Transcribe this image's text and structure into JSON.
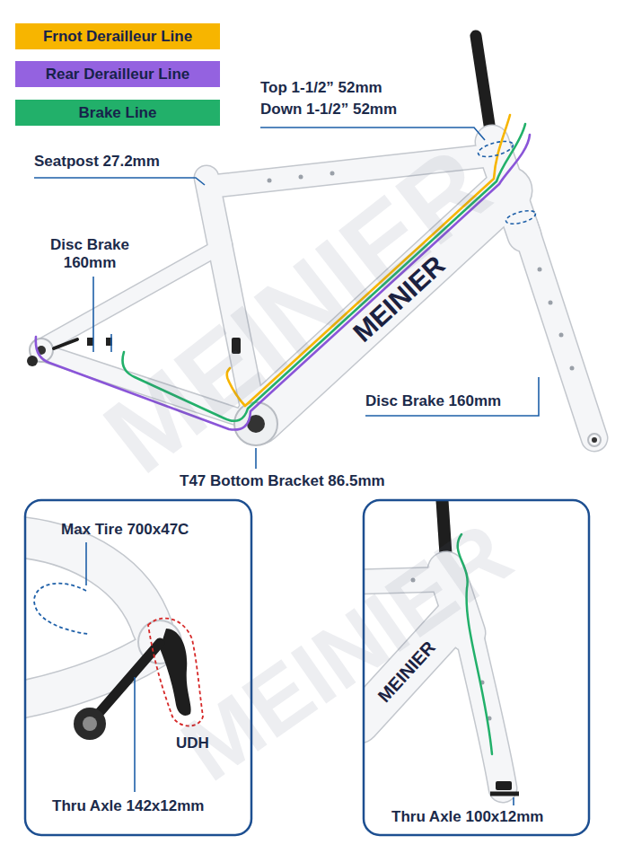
{
  "diagram": {
    "labels": [
      "MEINIER",
      "MEINIER",
      "Top 1-1/2” 52mm",
      "Down 1-1/2” 52mm",
      "Seatpost 27.2mm",
      "Disc Brake 160mm",
      "MEINIER",
      "Disc Brake 160mm",
      "T47 Bottom Bracket 86.5mm",
      "Max Tire 700x47C",
      "UDH",
      "Thru Axle 142x12mm",
      "MEINIER",
      "Thru Axle 100x12mm"
    ],
    "legend": [
      {
        "text": "Frnot Derailleur Line",
        "color": "#f7b500"
      },
      {
        "text": "Rear Derailleur Line",
        "color": "#9462e0"
      },
      {
        "text": "Brake Line",
        "color": "#22b06a"
      }
    ]
  }
}
